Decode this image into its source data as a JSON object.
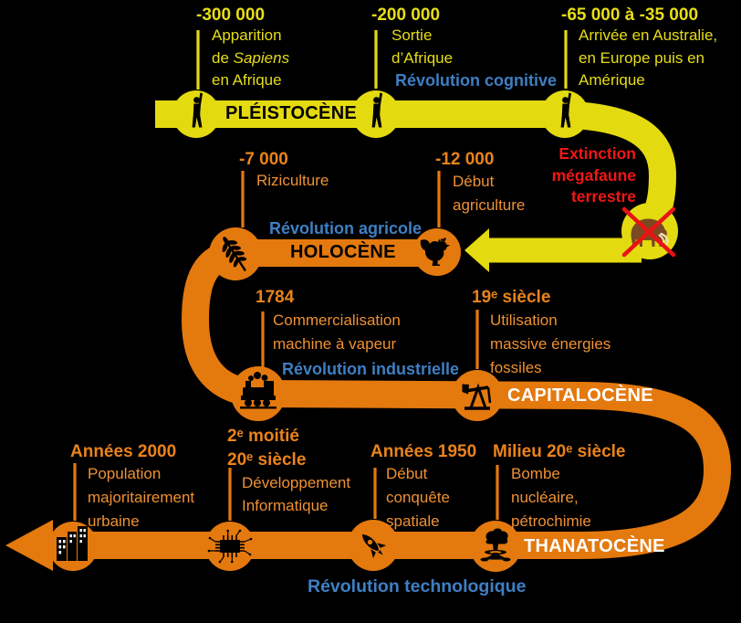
{
  "colors": {
    "background": "#000000",
    "yellow_band": "#E4DA10",
    "yellow_text": "#E7DD18",
    "orange_band": "#E4790E",
    "orange_heading": "#EA831C",
    "orange_body": "#EF9133",
    "blue_label": "#3E7FC4",
    "red_label": "#F01715",
    "era_black": "#000000",
    "era_white": "#FFFFFF",
    "mammoth_brown": "#7A4A22",
    "tusk_beige": "#EFE0B8"
  },
  "eras": {
    "pleistocene": "PLÉISTOCÈNE",
    "holocene": "HOLOCÈNE",
    "capitalocene": "CAPITALOCÈNE",
    "thanatocene": "THANATOCÈNE"
  },
  "revolutions": {
    "cognitive": "Révolution cognitive",
    "agricole": "Révolution agricole",
    "industrielle": "Révolution industrielle",
    "technologique": "Révolution technologique"
  },
  "events": {
    "sapiens": {
      "date": "-300 000",
      "l1": "Apparition",
      "l2a": "de ",
      "l2b": "Sapiens",
      "l3": "en Afrique"
    },
    "sortie": {
      "date": "-200 000",
      "l1": "Sortie",
      "l2": "d’Afrique"
    },
    "arrivee": {
      "date": "-65 000 à -35 000",
      "l1": "Arrivée en Australie,",
      "l2": "en Europe puis en",
      "l3": "Amérique"
    },
    "extinction": {
      "l1": "Extinction",
      "l2": "mégafaune",
      "l3": "terrestre"
    },
    "riziculture": {
      "date": "-7 000",
      "l1": "Riziculture"
    },
    "agriculture": {
      "date": "-12 000",
      "l1": "Début",
      "l2": "agriculture"
    },
    "vapeur": {
      "date": "1784",
      "l1": "Commercialisation",
      "l2": "machine à vapeur"
    },
    "fossiles": {
      "date": "19ᵉ siècle",
      "l1": "Utilisation",
      "l2": "massive énergies",
      "l3": "fossiles"
    },
    "urbaine": {
      "date": "Années 2000",
      "l1": "Population",
      "l2": "majoritairement",
      "l3": "urbaine"
    },
    "informatique": {
      "date1": "2ᵉ moitié",
      "date2": "20ᵉ siècle",
      "l1": "Développement",
      "l2": "Informatique"
    },
    "spatiale": {
      "date": "Années 1950",
      "l1": "Début",
      "l2": "conquête",
      "l3": "spatiale"
    },
    "nucleaire": {
      "date": "Milieu 20ᵉ siècle",
      "l1": "Bombe",
      "l2": "nucléaire,",
      "l3": "pétrochimie"
    }
  },
  "icons": {
    "human": "human-figure-raised-arm",
    "wheat": "wheat-ear",
    "rooster": "rooster",
    "mammoth": "mammoth-crossed-out",
    "train": "steam-locomotive",
    "pumpjack": "oil-pumpjack",
    "city": "city-buildings",
    "chip": "microchip",
    "rocket": "rocket",
    "mushroom": "nuclear-mushroom-cloud"
  }
}
